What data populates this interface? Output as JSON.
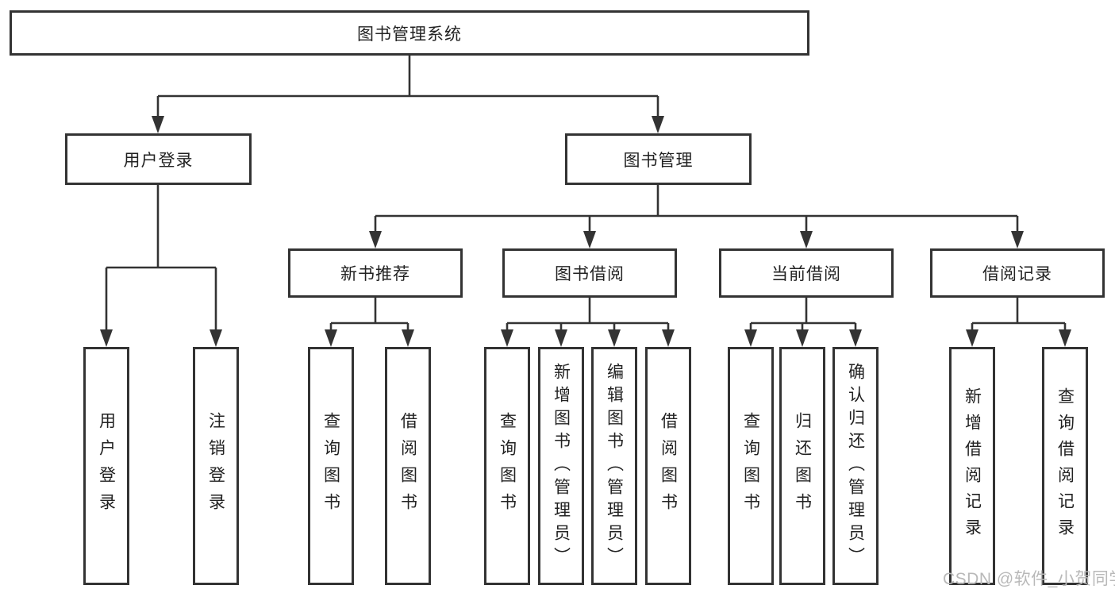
{
  "tree": {
    "label": "图书管理系统",
    "children": [
      {
        "label": "用户登录",
        "children": [
          {
            "label": "用户登录"
          },
          {
            "label": "注销登录"
          }
        ]
      },
      {
        "label": "图书管理",
        "children": [
          {
            "label": "新书推荐",
            "children": [
              {
                "label": "查询图书"
              },
              {
                "label": "借阅图书"
              }
            ]
          },
          {
            "label": "图书借阅",
            "children": [
              {
                "label": "查询图书"
              },
              {
                "label": "新增图书（管理员）"
              },
              {
                "label": "编辑图书（管理员）"
              },
              {
                "label": "借阅图书"
              }
            ]
          },
          {
            "label": "当前借阅",
            "children": [
              {
                "label": "查询图书"
              },
              {
                "label": "归还图书"
              },
              {
                "label": "确认归还（管理员）"
              }
            ]
          },
          {
            "label": "借阅记录",
            "children": [
              {
                "label": "新增借阅记录"
              },
              {
                "label": "查询借阅记录"
              }
            ]
          }
        ]
      }
    ]
  },
  "watermark": {
    "text": "CSDN @软件_小贺同学"
  },
  "colors": {
    "line": "#333333",
    "text": "#222222",
    "background": "#ffffff",
    "watermark": "#b9b9b9"
  }
}
